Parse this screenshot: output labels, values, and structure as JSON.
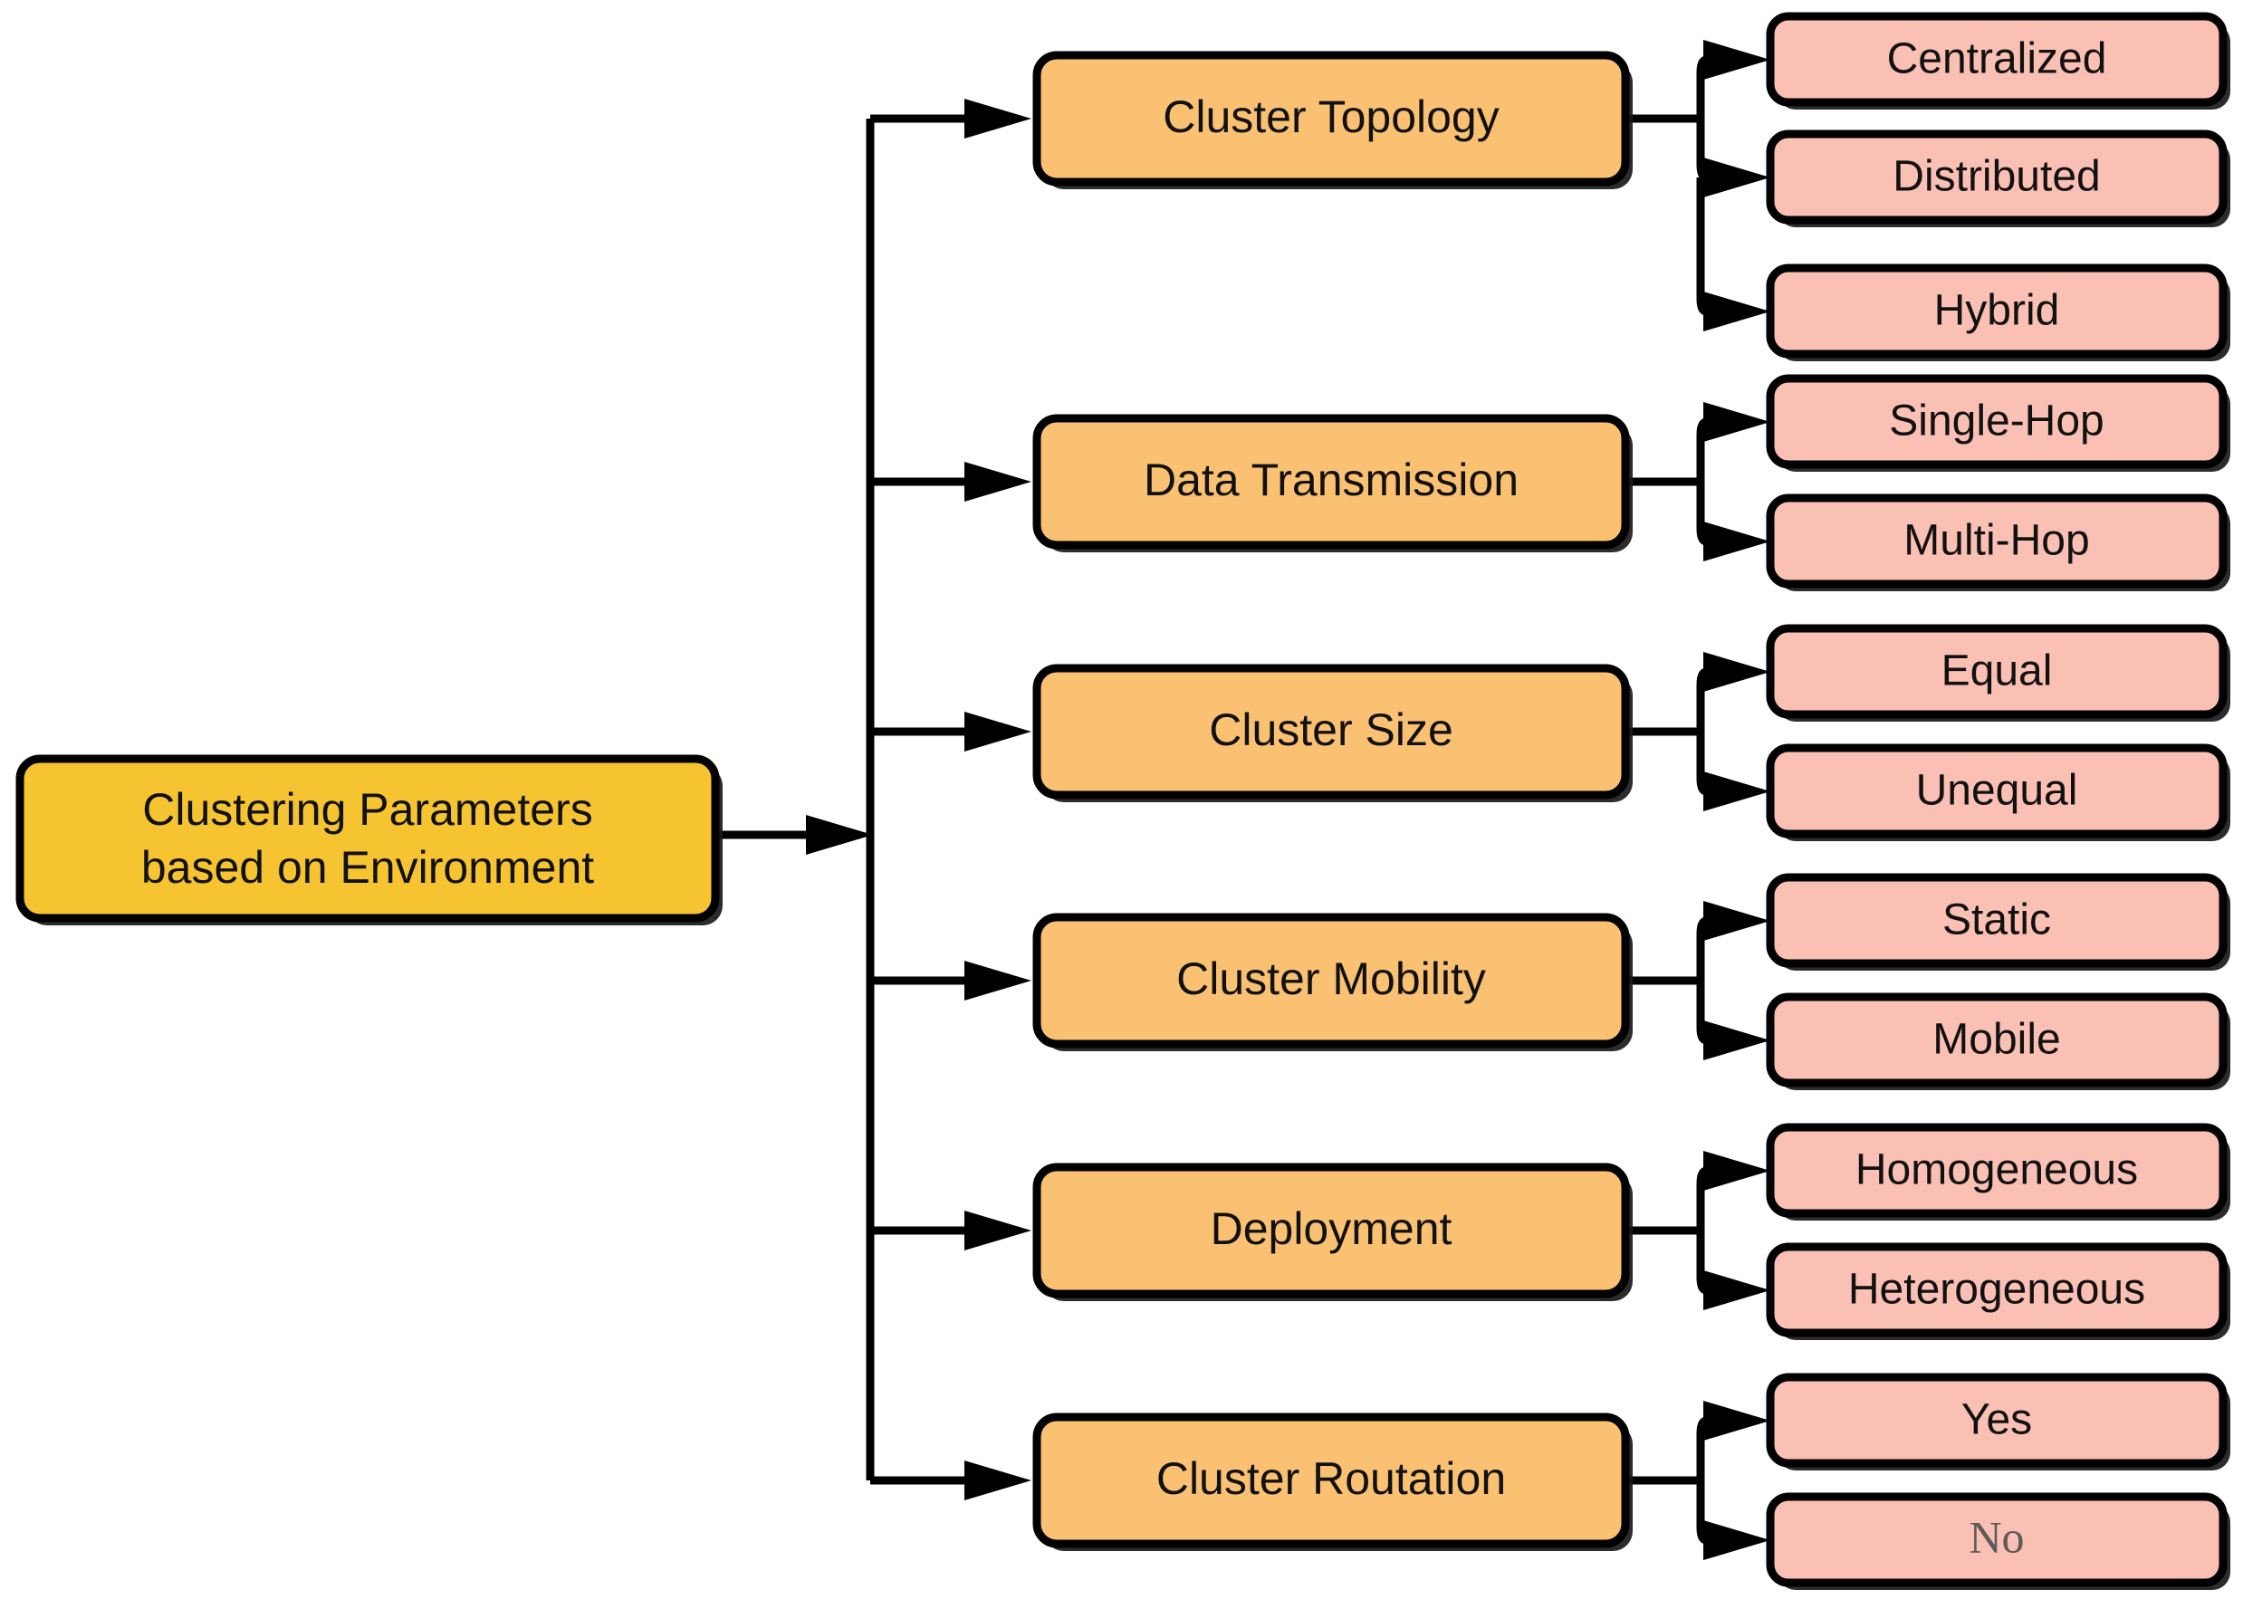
{
  "diagram": {
    "title": "Clustering Parameters based on Environment",
    "type": "tree-hierarchy",
    "colors": {
      "root_fill": "#F5C430",
      "branch_fill": "#FBC173",
      "leaf_fill": "#FAC0B4",
      "stroke": "#000000",
      "text": "#111111",
      "muted_text": "#5D5A5A",
      "background": "#FFFFFF"
    },
    "root": {
      "line1": "Clustering Parameters",
      "line2": "based on Environment"
    },
    "branches": [
      {
        "label": "Cluster Topology",
        "children": [
          {
            "label": "Centralized"
          },
          {
            "label": "Distributed"
          },
          {
            "label": "Hybrid"
          }
        ]
      },
      {
        "label": "Data Transmission",
        "children": [
          {
            "label": "Single-Hop"
          },
          {
            "label": "Multi-Hop"
          }
        ]
      },
      {
        "label": "Cluster Size",
        "children": [
          {
            "label": "Equal"
          },
          {
            "label": "Unequal"
          }
        ]
      },
      {
        "label": "Cluster Mobility",
        "children": [
          {
            "label": "Static"
          },
          {
            "label": "Mobile"
          }
        ]
      },
      {
        "label": "Deployment",
        "children": [
          {
            "label": "Homogeneous"
          },
          {
            "label": "Heterogeneous"
          }
        ]
      },
      {
        "label": "Cluster Routation",
        "children": [
          {
            "label": "Yes"
          },
          {
            "label": "No",
            "style": "serif-muted"
          }
        ]
      }
    ]
  }
}
